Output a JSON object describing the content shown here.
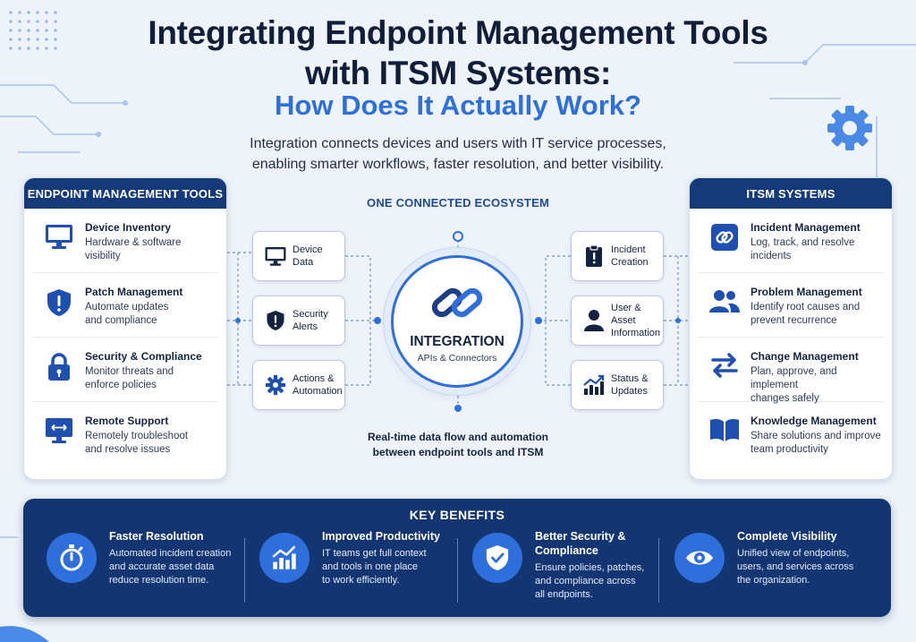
{
  "title_line1": "Integrating Endpoint Management Tools",
  "title_line2": "with ITSM Systems:",
  "subtitle": "How Does It Actually Work?",
  "intro_line1": "Integration connects devices and users with IT service processes,",
  "intro_line2": "enabling smarter workflows, faster resolution, and better visibility.",
  "colors": {
    "navy": "#143a7a",
    "accent": "#2f6fdc",
    "background": "#eef3fa"
  },
  "endpoint_panel": {
    "title": "ENDPOINT MANAGEMENT TOOLS",
    "items": [
      {
        "icon": "monitor-icon",
        "title": "Device Inventory",
        "desc1": "Hardware & software",
        "desc2": "visibility"
      },
      {
        "icon": "shield-alert-icon",
        "title": "Patch Management",
        "desc1": "Automate updates",
        "desc2": "and compliance"
      },
      {
        "icon": "lock-icon",
        "title": "Security & Compliance",
        "desc1": "Monitor threats and",
        "desc2": "enforce policies"
      },
      {
        "icon": "remote-desktop-icon",
        "title": "Remote Support",
        "desc1": "Remotely troubleshoot",
        "desc2": "and resolve issues"
      }
    ]
  },
  "itsm_panel": {
    "title": "ITSM SYSTEMS",
    "items": [
      {
        "icon": "link-badge-icon",
        "title": "Incident Management",
        "desc1": "Log, track, and resolve",
        "desc2": "incidents"
      },
      {
        "icon": "users-icon",
        "title": "Problem Management",
        "desc1": "Identify root causes and",
        "desc2": "prevent recurrence"
      },
      {
        "icon": "swap-arrows-icon",
        "title": "Change Management",
        "desc1": "Plan, approve, and implement",
        "desc2": "changes safely"
      },
      {
        "icon": "book-icon",
        "title": "Knowledge Management",
        "desc1": "Share solutions and improve",
        "desc2": "team productivity"
      }
    ]
  },
  "ecosystem": {
    "label": "ONE CONNECTED ECOSYSTEM",
    "hub_title": "INTEGRATION",
    "hub_sub": "APIs & Connectors",
    "flow_line1": "Real-time data flow and automation",
    "flow_line2": "between endpoint tools and ITSM",
    "left_nodes": [
      {
        "icon": "monitor-icon",
        "line1": "Device",
        "line2": "Data"
      },
      {
        "icon": "shield-alert-icon",
        "line1": "Security",
        "line2": "Alerts"
      },
      {
        "icon": "gear-icon",
        "line1": "Actions &",
        "line2": "Automation"
      }
    ],
    "right_nodes": [
      {
        "icon": "clipboard-alert-icon",
        "line1": "Incident",
        "line2": "Creation"
      },
      {
        "icon": "user-icon",
        "line1": "User & Asset",
        "line2": "Information"
      },
      {
        "icon": "chart-up-icon",
        "line1": "Status &",
        "line2": "Updates"
      }
    ]
  },
  "benefits": {
    "title": "KEY BENEFITS",
    "items": [
      {
        "icon": "stopwatch-icon",
        "title1": "Faster Resolution",
        "title2": "",
        "desc1": "Automated incident creation",
        "desc2": "and accurate asset data",
        "desc3": "reduce resolution time."
      },
      {
        "icon": "chart-up-icon",
        "title1": "Improved Productivity",
        "title2": "",
        "desc1": "IT teams get full context",
        "desc2": "and tools in one place",
        "desc3": "to work efficiently."
      },
      {
        "icon": "shield-check-icon",
        "title1": "Better Security &",
        "title2": "Compliance",
        "desc1": "Ensure policies, patches,",
        "desc2": "and compliance across",
        "desc3": "all endpoints."
      },
      {
        "icon": "eye-icon",
        "title1": "Complete Visibility",
        "title2": "",
        "desc1": "Unified view of endpoints,",
        "desc2": "users, and services across",
        "desc3": "the organization."
      }
    ]
  }
}
